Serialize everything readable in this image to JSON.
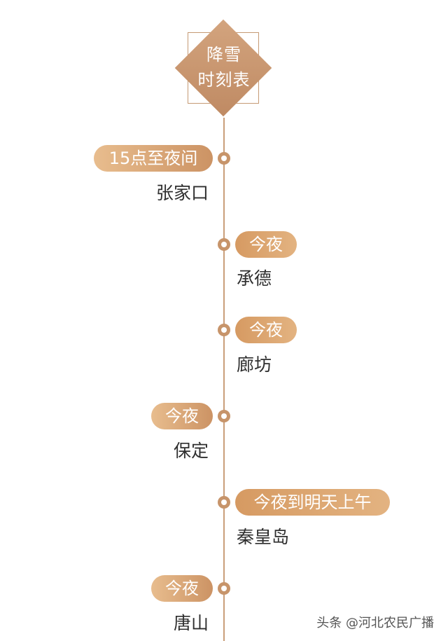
{
  "title": {
    "line1": "降雪",
    "line2": "时刻表"
  },
  "entries": [
    {
      "time": "15点至夜间",
      "place": "张家口",
      "side": "left"
    },
    {
      "time": "今夜",
      "place": "承德",
      "side": "right"
    },
    {
      "time": "今夜",
      "place": "廊坊",
      "side": "right"
    },
    {
      "time": "今夜",
      "place": "保定",
      "side": "left"
    },
    {
      "time": "今夜到明天上午",
      "place": "秦皇岛",
      "side": "right"
    },
    {
      "time": "今夜",
      "place": "唐山",
      "side": "left"
    }
  ],
  "watermark": "头条 @河北农民广播",
  "colors": {
    "accent": "#c7946a",
    "pill_light": "#e8bd8e",
    "text_dark": "#2f2f2f"
  }
}
